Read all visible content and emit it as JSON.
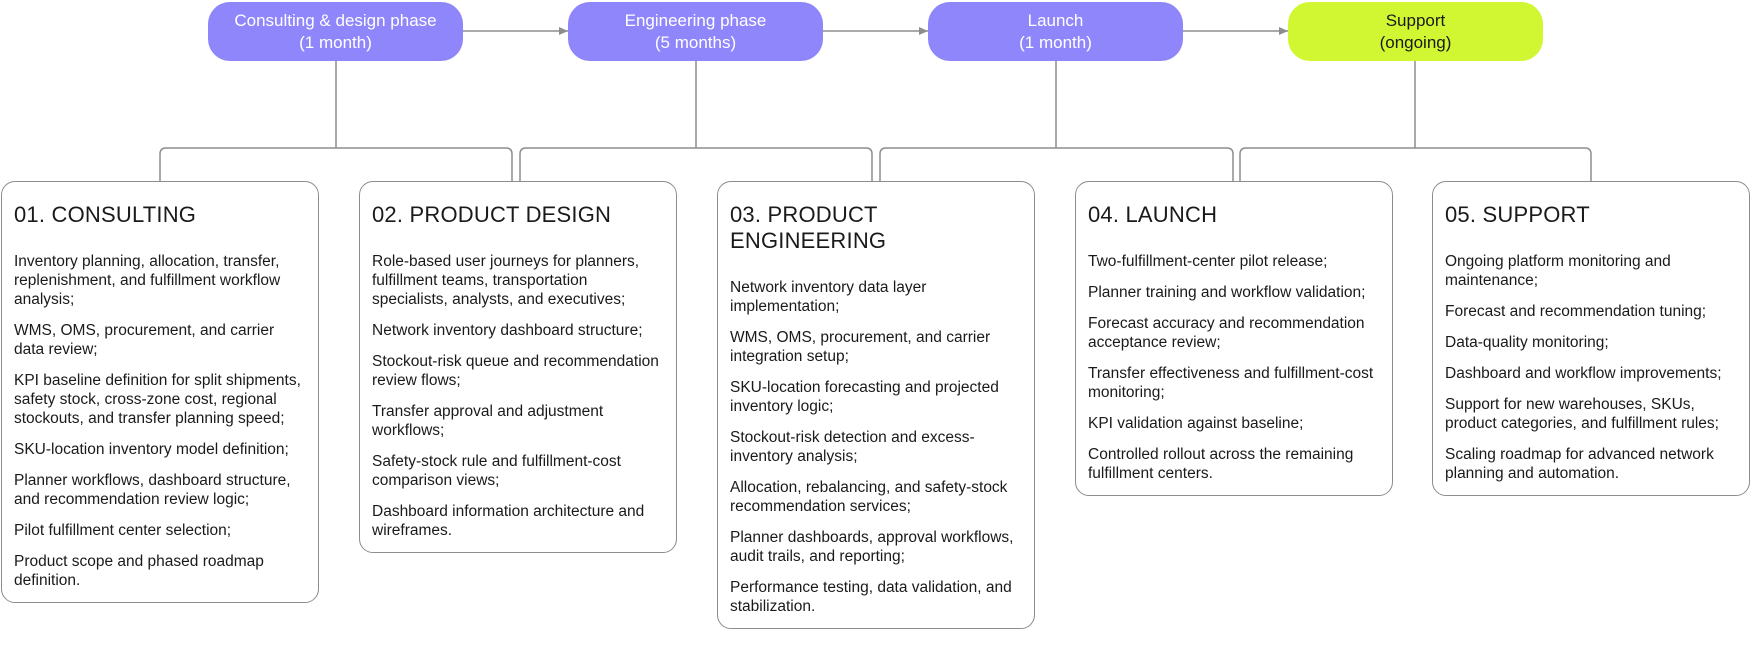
{
  "phases": [
    {
      "name": "Consulting & design phase",
      "duration": "(1 month)",
      "color": "#8f86fb",
      "text_color": "#ffffff"
    },
    {
      "name": "Engineering phase",
      "duration": "(5 months)",
      "color": "#8f86fb",
      "text_color": "#ffffff"
    },
    {
      "name": "Launch",
      "duration": "(1 month)",
      "color": "#8f86fb",
      "text_color": "#ffffff"
    },
    {
      "name": "Support",
      "duration": "(ongoing)",
      "color": "#d1f733",
      "text_color": "#1a1a1a"
    }
  ],
  "cards": [
    {
      "title": "01. CONSULTING",
      "items": [
        "Inventory planning, allocation, transfer, replenishment, and fulfillment workflow analysis;",
        "WMS, OMS, procurement, and carrier data review;",
        "KPI baseline definition for split shipments, safety stock, cross-zone cost, regional stockouts, and transfer planning speed;",
        "SKU-location inventory model definition;",
        "Planner workflows, dashboard structure, and recommendation review logic;",
        "Pilot fulfillment center selection;",
        "Product scope and phased roadmap definition."
      ]
    },
    {
      "title": "02. PRODUCT DESIGN",
      "items": [
        "Role-based user journeys for planners, fulfillment teams, transportation specialists, analysts, and executives;",
        "Network inventory dashboard structure;",
        "Stockout-risk queue and recommendation review flows;",
        "Transfer approval and adjustment workflows;",
        "Safety-stock rule and fulfillment-cost comparison views;",
        "Dashboard information architecture and wireframes."
      ]
    },
    {
      "title": "03. PRODUCT ENGINEERING",
      "items": [
        "Network inventory data layer implementation;",
        "WMS, OMS, procurement, and carrier integration setup;",
        "SKU-location forecasting and projected inventory logic;",
        "Stockout-risk detection and excess-inventory analysis;",
        "Allocation, rebalancing, and safety-stock recommendation services;",
        "Planner dashboards, approval workflows, audit trails, and reporting;",
        "Performance testing, data validation, and stabilization."
      ]
    },
    {
      "title": "04. LAUNCH",
      "items": [
        "Two-fulfillment-center pilot release;",
        "Planner training and workflow validation;",
        "Forecast accuracy and recommendation acceptance review;",
        "Transfer effectiveness and fulfillment-cost monitoring;",
        "KPI validation against baseline;",
        "Controlled rollout across the remaining fulfillment centers."
      ]
    },
    {
      "title": "05. SUPPORT",
      "items": [
        "Ongoing platform monitoring and maintenance;",
        "Forecast and recommendation tuning;",
        "Data-quality monitoring;",
        "Dashboard and workflow improvements;",
        "Support for new warehouses, SKUs, product categories, and fulfillment rules;",
        "Scaling roadmap for advanced network planning and automation."
      ]
    }
  ],
  "colors": {
    "connector": "#8d8d8d",
    "border": "#8d8d8d"
  }
}
